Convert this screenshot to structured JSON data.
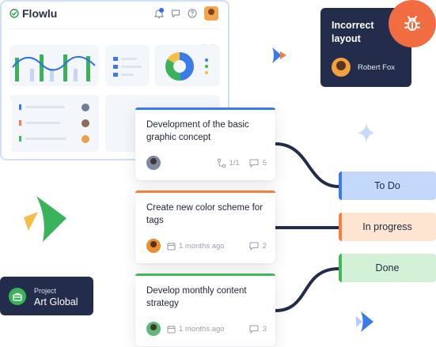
{
  "app": {
    "brand": "Flowlu"
  },
  "header_icons": [
    "bell-icon",
    "chat-icon",
    "help-icon"
  ],
  "cards": [
    {
      "title": "Development of the basic graphic concept",
      "accent": "#3b7be8",
      "subtasks": "1/1",
      "comments": "5"
    },
    {
      "title": "Create new color scheme for tags",
      "accent": "#f47f41",
      "date": "1 months ago",
      "comments": "2"
    },
    {
      "title": "Develop monthly content strategy",
      "accent": "#42b85a",
      "date": "1 months ago",
      "comments": "3"
    }
  ],
  "statuses": [
    {
      "label": "To Do",
      "color": "#3b7be8"
    },
    {
      "label": "In progress",
      "color": "#f47f41"
    },
    {
      "label": "Done",
      "color": "#42b85a"
    }
  ],
  "bug_card": {
    "title": "Incorrect layout",
    "user": "Robert Fox",
    "badge_icon": "bug-icon",
    "badge_color": "#f26c42"
  },
  "project": {
    "label": "Project",
    "name": "Art Global",
    "icon": "briefcase-icon"
  },
  "colors": {
    "navy": "#232d4b",
    "blue": "#3b7be8",
    "orange": "#f47f41",
    "green": "#42b85a"
  }
}
